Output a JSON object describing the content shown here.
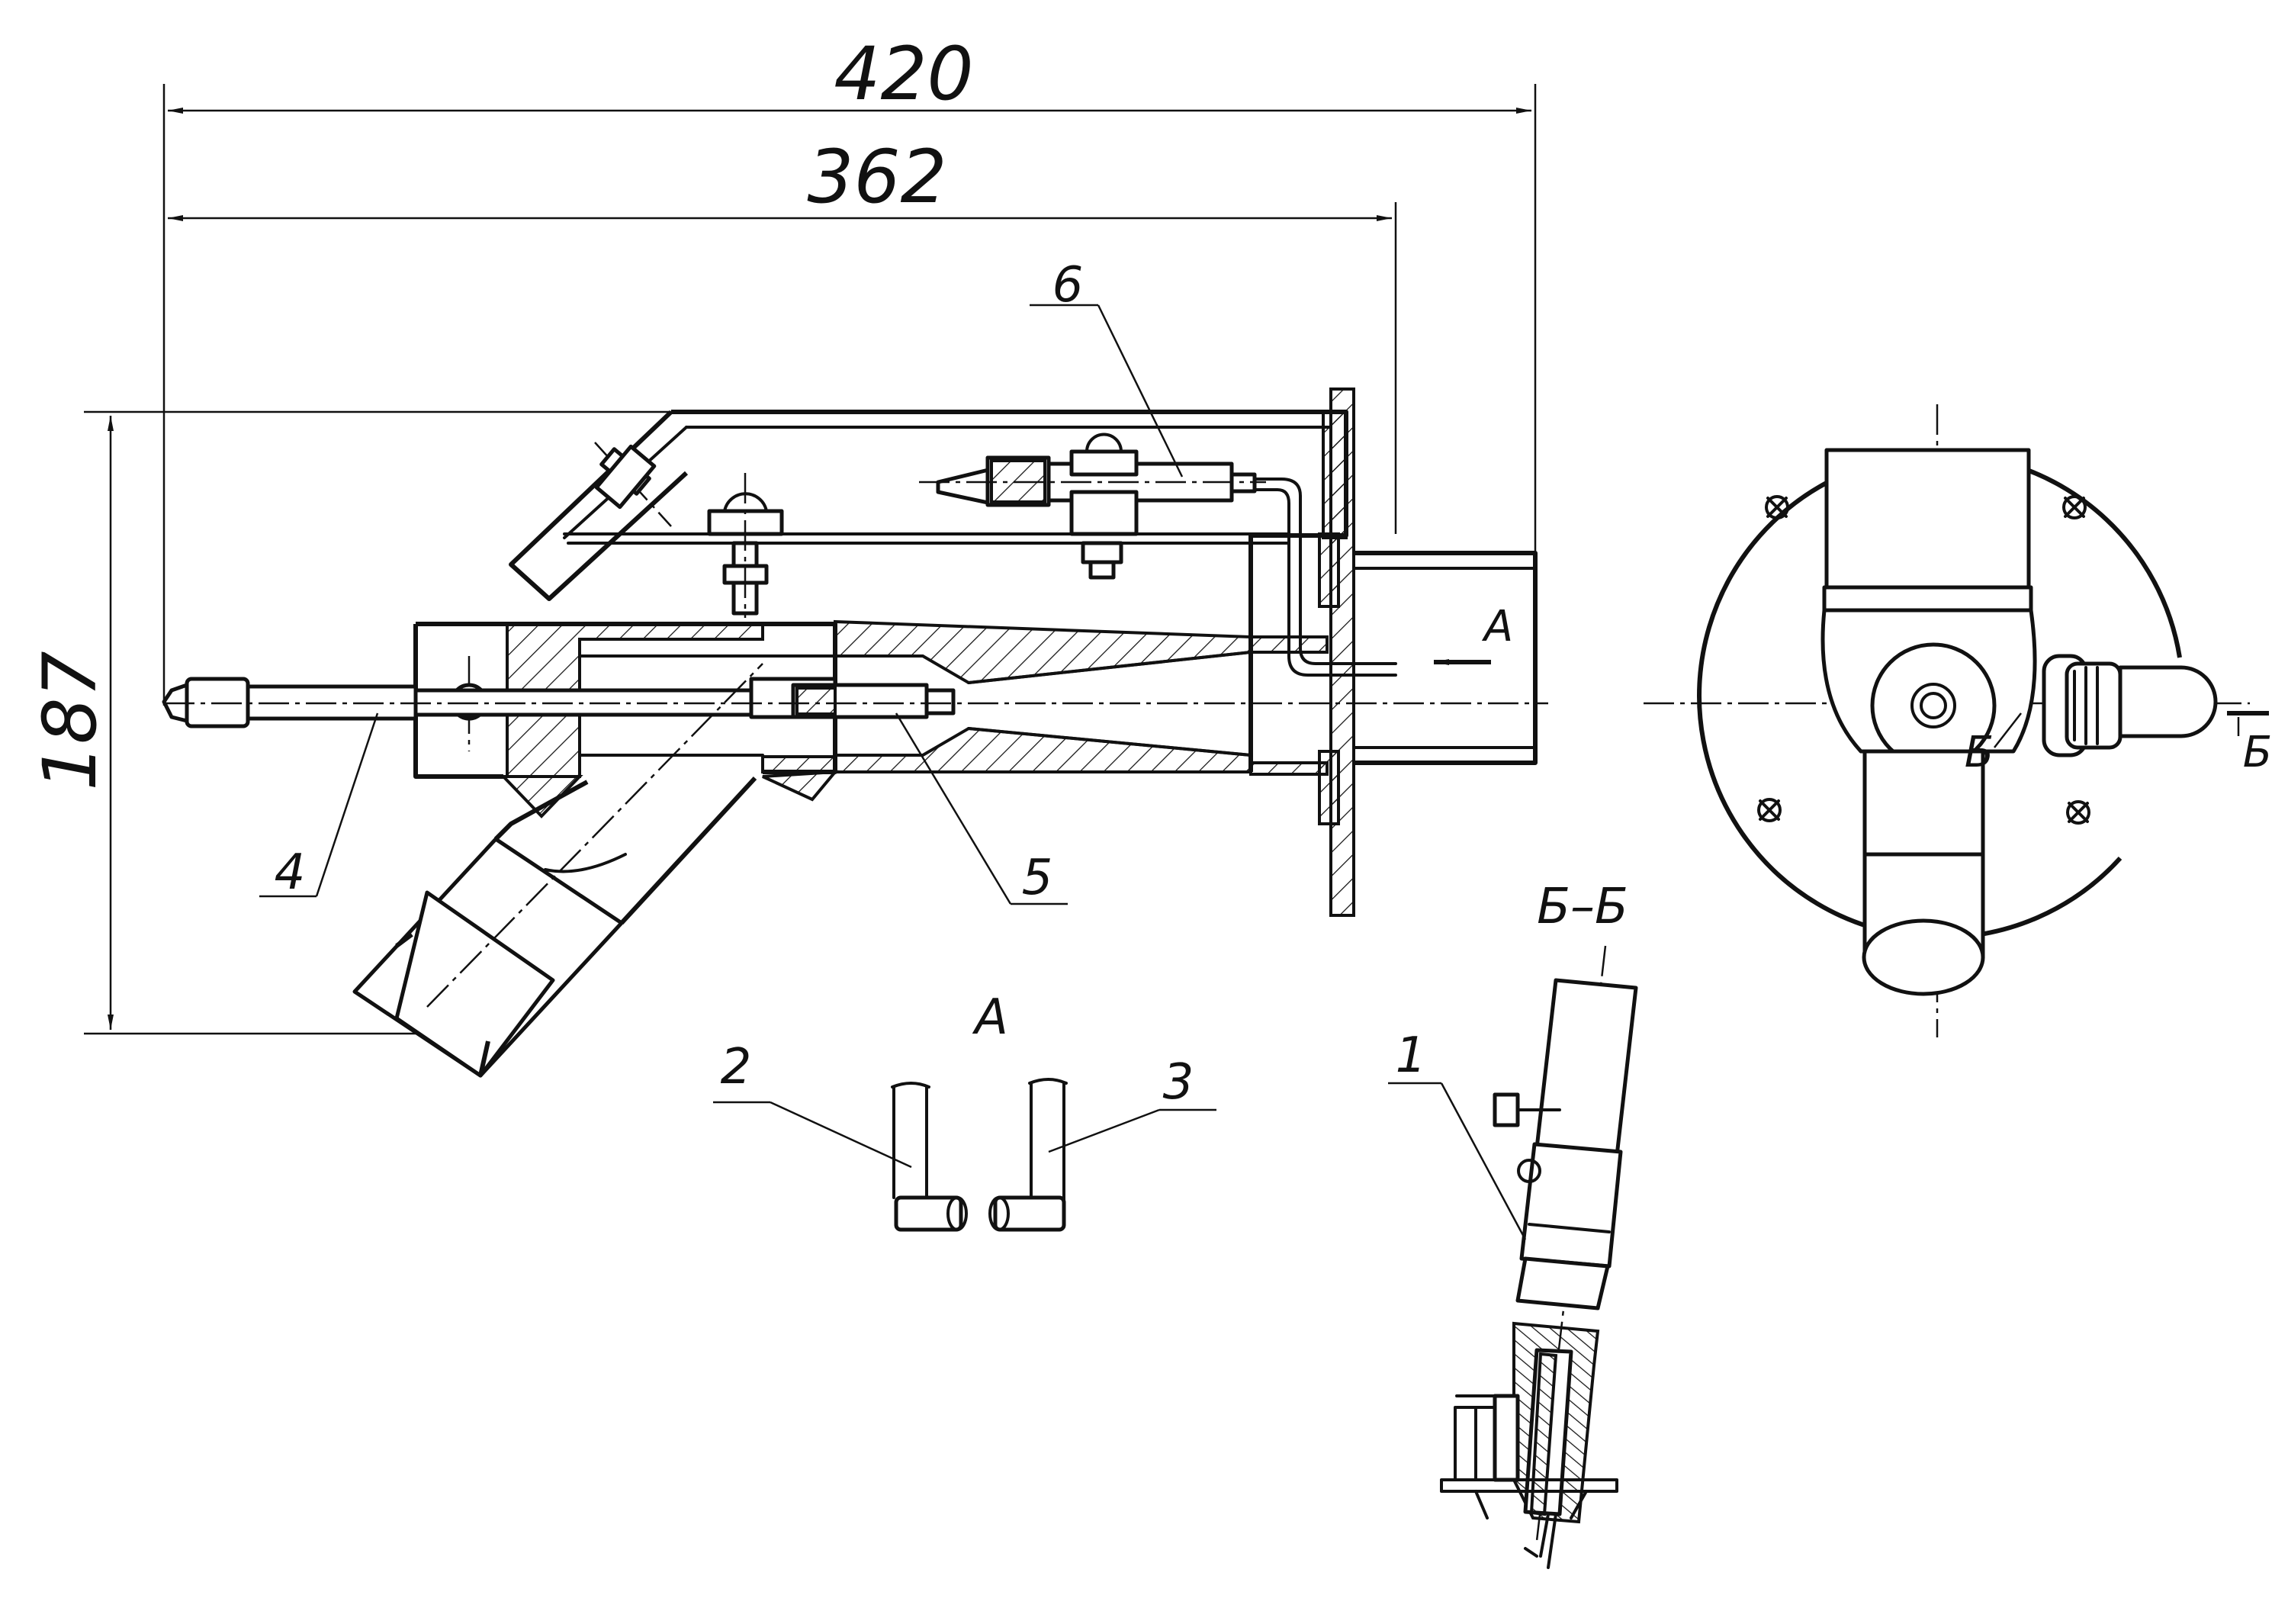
{
  "dimensions": {
    "overall_length": "420",
    "body_length": "362",
    "height": "187"
  },
  "section_letters": {
    "view_a_arrow": "A",
    "view_a_title": "A",
    "cut_left": "Б",
    "cut_right": "Б",
    "section_title": "Б–Б"
  },
  "callouts": {
    "p1": "1",
    "p2": "2",
    "p3": "3",
    "p4": "4",
    "p5": "5",
    "p6": "6"
  }
}
